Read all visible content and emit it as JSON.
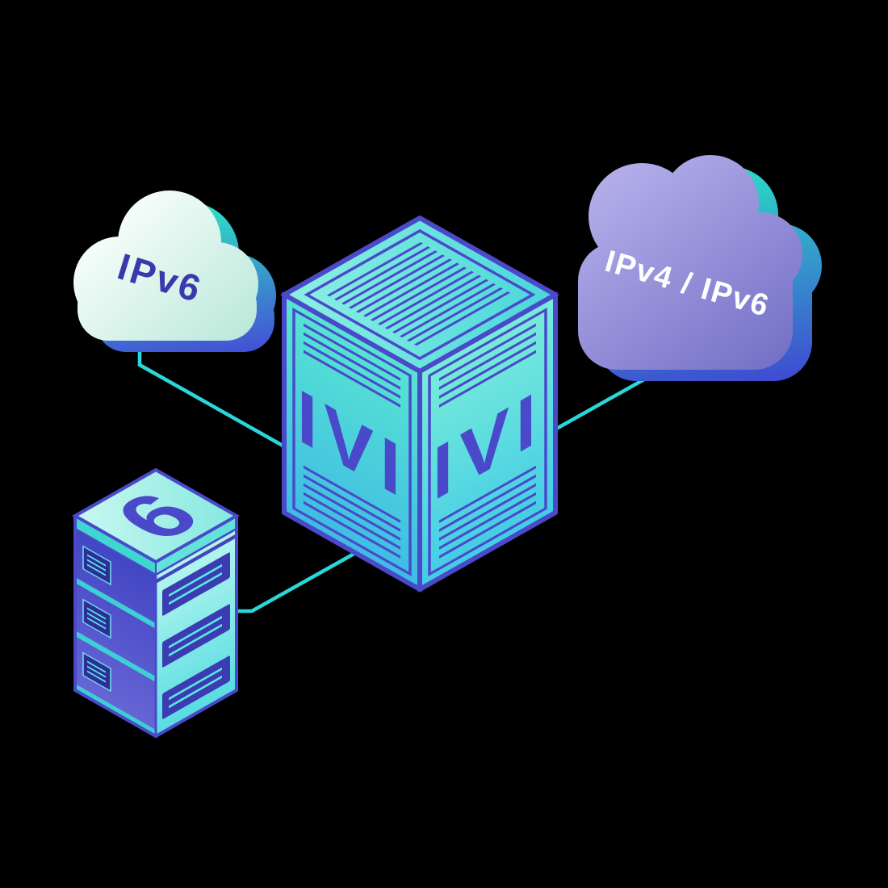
{
  "diagram": {
    "left_cloud": {
      "label": "IPv6"
    },
    "right_cloud": {
      "label": "IPv4 / IPv6"
    },
    "translator_box": {
      "front_left_label": "IVI",
      "front_right_label": "IVI"
    },
    "server_tower": {
      "top_label": "6"
    },
    "colors": {
      "background": "#000000",
      "connector": "#2bd6da",
      "box_teal": "#4ee0d4",
      "outline_indigo": "#4a49c9",
      "cloud_left_fill": "#d9f2e6",
      "cloud_right_fill": "#8f8bd6",
      "cloud_back_teal": "#2ee2c4",
      "cloud_back_blue": "#4547d6",
      "label_indigo": "#3939ac",
      "label_white": "#ffffff"
    }
  }
}
